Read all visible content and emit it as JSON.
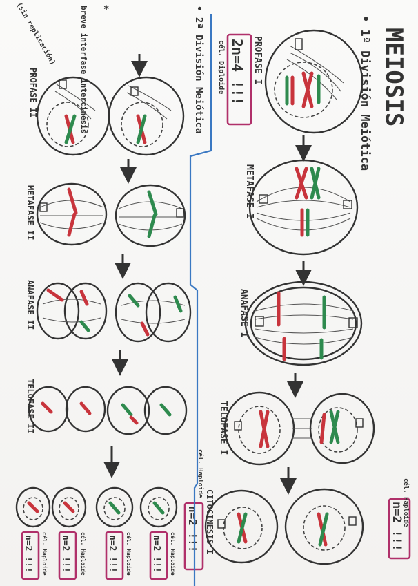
{
  "title": "MEIOSIS",
  "division1": "• 1ª División Meiótica",
  "division2": "• 2ª División Meiótica",
  "stages1": [
    "PROFASE I",
    "METAFASE I",
    "ANAFASE I",
    "TELOFASE I",
    "CITOCINESIS I"
  ],
  "stages2": [
    "PROFASE II",
    "METAFASE II",
    "ANAFASE II",
    "TELOFASE II"
  ],
  "ploidy_diploid": "2n=4 !!!",
  "ploidy_haploid": "n=2 !!!",
  "cell_diploid": "cél. Diploide",
  "cell_haploid": "cél. Haploide",
  "note_interphase": "breve interfase intercinesis",
  "note_asterisk": "*",
  "note_side": "(sin replicación)",
  "colors": {
    "chrom_red": "#c8343c",
    "chrom_green": "#2e8a4e",
    "box": "#b0306a",
    "divider": "#3a78c2",
    "ink": "#333333"
  }
}
